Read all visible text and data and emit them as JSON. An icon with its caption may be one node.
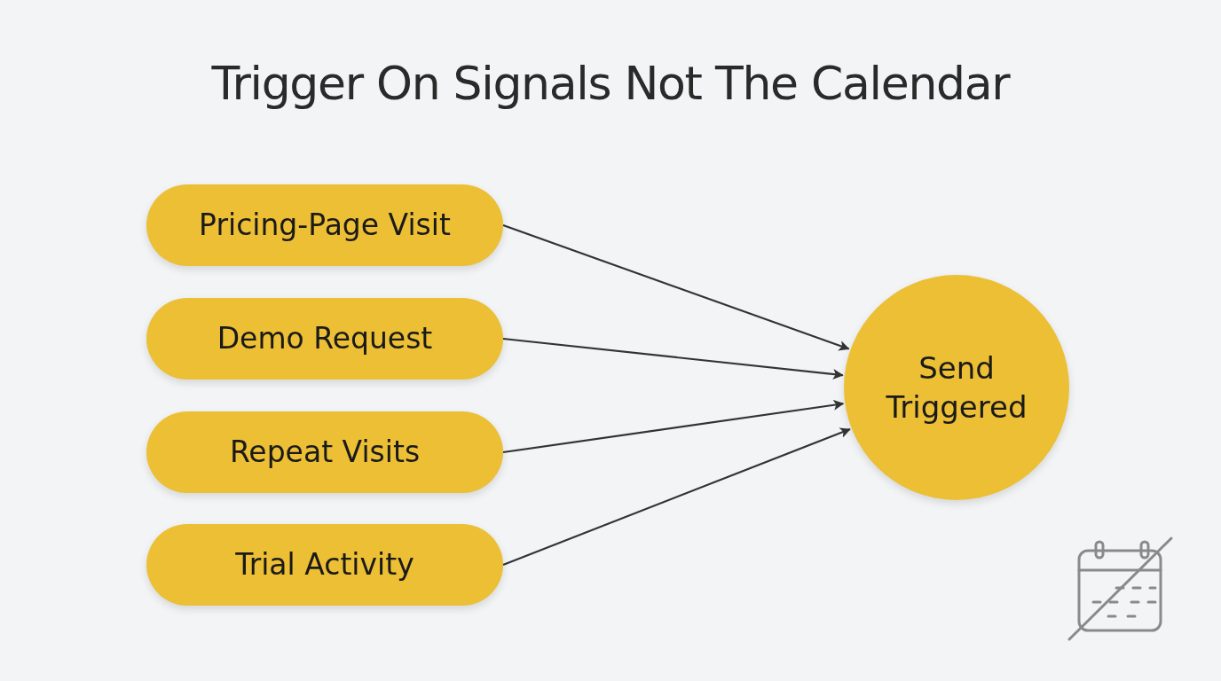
{
  "diagram": {
    "title": "Trigger On Signals Not The Calendar",
    "nodes": [
      {
        "text": [
          "Pricing-Page Visit"
        ]
      },
      {
        "text": [
          "Demo Request"
        ]
      },
      {
        "text": [
          "Repeat Visits"
        ]
      },
      {
        "text": [
          "Trial Activity"
        ]
      },
      {
        "text": [
          "Send Triggered"
        ]
      }
    ],
    "edges": [
      {
        "from": 0,
        "to": 4,
        "arrow": "to"
      },
      {
        "from": 1,
        "to": 4,
        "arrow": "to"
      },
      {
        "from": 2,
        "to": 4,
        "arrow": "to"
      },
      {
        "from": 3,
        "to": 4,
        "arrow": "to"
      }
    ]
  }
}
